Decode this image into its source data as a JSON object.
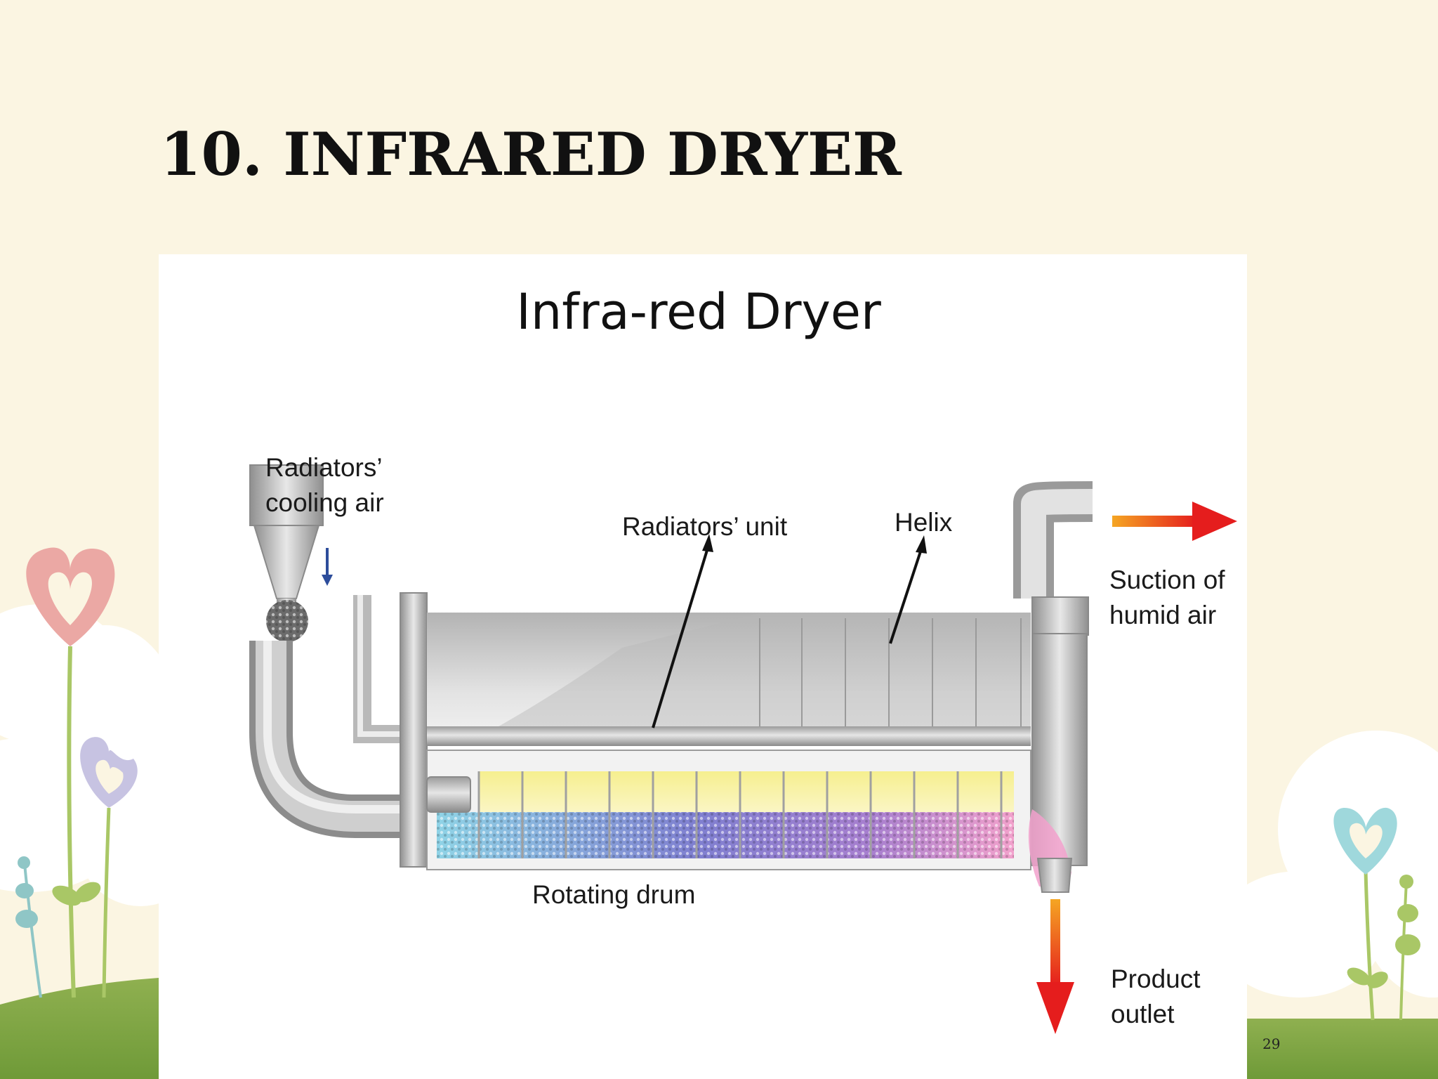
{
  "slide": {
    "title": "10. INFRARED DRYER",
    "page_number": "29"
  },
  "diagram": {
    "title": "Infra-red Dryer",
    "labels": {
      "cooling_air": [
        "Radiators’",
        "cooling air"
      ],
      "radiators_unit": "Radiators’ unit",
      "helix": "Helix",
      "suction": [
        "Suction of",
        "humid air"
      ],
      "rotating_drum": "Rotating drum",
      "product_outlet": [
        "Product",
        "outlet"
      ]
    }
  },
  "colors": {
    "background": "#fbf5e2",
    "title_text": "#111111",
    "arrow_red": "#e51d1d",
    "arrow_orange": "#f08a1e",
    "cooling_arrow": "#2d4d9b",
    "radiator_yellow": "#f6ef8f"
  },
  "icons": [
    "heart-flower-icon",
    "cloud-shape",
    "grass-hill"
  ]
}
